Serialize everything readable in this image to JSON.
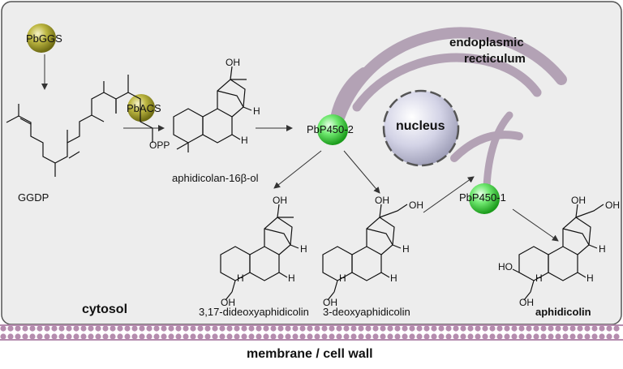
{
  "compartments": {
    "cytosol": "cytosol",
    "membrane": "membrane / cell wall",
    "er_line1": "endoplasmic",
    "er_line2": "recticulum",
    "nucleus": "nucleus"
  },
  "enzymes": {
    "ggs": "PbGGS",
    "acs": "PbACS",
    "p450_2": "PbP450-2",
    "p450_1": "PbP450-1"
  },
  "compounds": {
    "ggdp": "GGDP",
    "aphidicolanol": "aphidicolan-16β-ol",
    "dideoxy": "3,17-dideoxyaphidicolin",
    "deoxy": "3-deoxyaphidicolin",
    "aphidicolin": "aphidicolin"
  },
  "atoms": {
    "opp": "OPP",
    "oh": "OH",
    "h": "H",
    "ho": "HO"
  },
  "colors": {
    "cell_fill": "#ededed",
    "cell_border": "#555555",
    "er_fill": "#b3a2b5",
    "nucleus_fill": "#cfcfe0",
    "p450_green": "#5ee35e",
    "pb_olive": "#b9b33c",
    "membrane": "#b58cae"
  }
}
